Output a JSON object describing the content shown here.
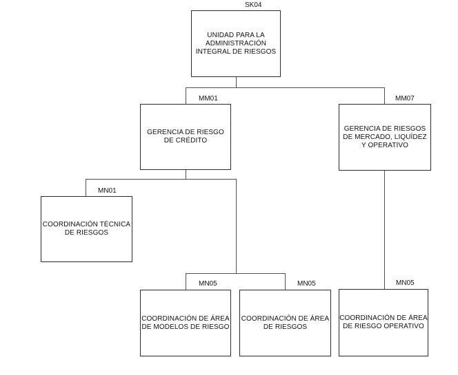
{
  "diagram_type": "org-chart",
  "colors": {
    "background": "#ffffff",
    "box_border": "#2b2b2b",
    "connector": "#4f4f4f",
    "text": "#111111"
  },
  "nodes": {
    "sk04": {
      "code": "SK04",
      "title": "UNIDAD PARA LA\nADMINISTRACIÓN\nINTEGRAL DE RIESGOS"
    },
    "mm01": {
      "code": "MM01",
      "title": "GERENCIA DE RIESGO\nDE CRÉDITO"
    },
    "mm07": {
      "code": "MM07",
      "title": "GERENCIA DE RIESGOS\nDE MERCADO, LIQUÍDEZ\nY OPERATIVO"
    },
    "mn01": {
      "code": "MN01",
      "title": "COORDINACIÓN TÉCNICA\nDE RIESGOS"
    },
    "mn05a": {
      "code": "MN05",
      "title": "COORDINACIÓN DE ÁREA\nDE MODELOS DE RIESGO"
    },
    "mn05b": {
      "code": "MN05",
      "title": "COORDINACIÓN DE ÁREA\nDE RIESGOS"
    },
    "mn05c": {
      "code": "MN05",
      "title": "COORDINACIÓN DE ÁREA\nDE RIESGO OPERATIVO"
    }
  },
  "edges": [
    [
      "sk04",
      "mm01"
    ],
    [
      "sk04",
      "mm07"
    ],
    [
      "mm01",
      "mn01"
    ],
    [
      "mm01",
      "mn05a"
    ],
    [
      "mm01",
      "mn05b"
    ],
    [
      "mm07",
      "mn05c"
    ]
  ]
}
